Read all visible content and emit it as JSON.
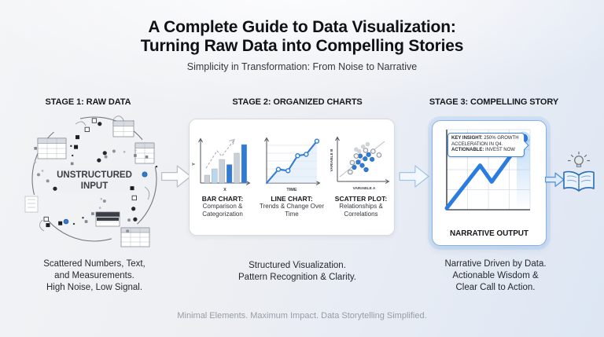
{
  "header": {
    "title_line1": "A Complete Guide to Data Visualization:",
    "title_line2": "Turning Raw Data into Compelling Stories",
    "subtitle": "Simplicity in Transformation: From Noise to Narrative"
  },
  "stages": {
    "stage1": {
      "header": "STAGE 1: RAW DATA",
      "center_label_line1": "UNSTRUCTURED",
      "center_label_line2": "INPUT",
      "caption_lines": [
        "Scattered Numbers, Text,",
        "and Measurements.",
        "High Noise, Low Signal."
      ]
    },
    "stage2": {
      "header": "STAGE 2: ORGANIZED CHARTS",
      "caption_lines": [
        "Structured Visualization.",
        "Pattern Recognition & Clarity."
      ]
    },
    "stage3": {
      "header": "STAGE 3: COMPELLING STORY",
      "panel_label": "NARRATIVE OUTPUT",
      "callout": {
        "l1_bold": "KEY INSIGHT:",
        "l1_rest": " 250% GROWTH",
        "l2": "ACCELERATION IN Q4.",
        "l3_bold": "ACTIONABLE:",
        "l3_rest": " INVEST NOW"
      },
      "caption_lines": [
        "Narrative Driven by Data.",
        "Actionable Wisdom &",
        "Clear Call to Action."
      ]
    }
  },
  "footer": {
    "tagline": "Minimal Elements. Maximum Impact. Data Storytelling Simplified."
  },
  "colors": {
    "accent_blue": "#2f7cd6",
    "story_blue": "#2b7ce0",
    "light_blue": "#b9d7f1",
    "gray_bar": "#cad0d7",
    "halo_blue": "#8ec0f0",
    "grid": "#dde3ec",
    "axis": "#4c525a",
    "trend_gray": "#abb1ba"
  },
  "chart_data": [
    {
      "id": "bar",
      "type": "bar",
      "title": "BAR CHART:",
      "description": "Comparison & Categorization",
      "xlabel": "X",
      "ylabel": "Y",
      "values": [
        20,
        36,
        60,
        47,
        76,
        98
      ],
      "bar_colors": [
        "gray",
        "lightblue",
        "gray",
        "blue",
        "gray",
        "blue"
      ],
      "ylim": [
        0,
        100
      ]
    },
    {
      "id": "line",
      "type": "line",
      "title": "LINE CHART:",
      "description": "Trends & Change Over Time",
      "xlabel": "TIME",
      "points": [
        [
          0,
          0
        ],
        [
          22,
          30
        ],
        [
          40,
          27
        ],
        [
          58,
          60
        ],
        [
          74,
          63
        ],
        [
          94,
          92
        ]
      ],
      "grid": "horizontal"
    },
    {
      "id": "scatter",
      "type": "scatter",
      "title": "SCATTER PLOT:",
      "description": "Relationships & Correlations",
      "xlabel": "VARIABLE A",
      "ylabel": "VARIABLE B",
      "series": [
        {
          "name": "highlighted",
          "color": "blue",
          "points": [
            [
              34,
              30
            ],
            [
              42,
              41
            ],
            [
              50,
              34
            ],
            [
              56,
              48
            ],
            [
              46,
              54
            ],
            [
              63,
              57
            ],
            [
              70,
              47
            ],
            [
              58,
              25
            ]
          ]
        },
        {
          "name": "context",
          "color": "gray",
          "points": [
            [
              26,
              20
            ],
            [
              30,
              40
            ],
            [
              38,
              54
            ],
            [
              57,
              66
            ],
            [
              72,
              64
            ],
            [
              84,
              56
            ]
          ]
        },
        {
          "name": "faint",
          "color": "light",
          "points": [
            [
              44,
              64
            ],
            [
              52,
              74
            ],
            [
              61,
              79
            ],
            [
              38,
              68
            ]
          ]
        }
      ],
      "trendline": true
    },
    {
      "id": "narrative",
      "type": "line",
      "annotation": "KEY INSIGHT: 250% GROWTH ACCELERATION IN Q4. ACTIONABLE: INVEST NOW",
      "points": [
        [
          0,
          2
        ],
        [
          40,
          57
        ],
        [
          54,
          36
        ],
        [
          92,
          92
        ]
      ],
      "grid": "both"
    }
  ]
}
